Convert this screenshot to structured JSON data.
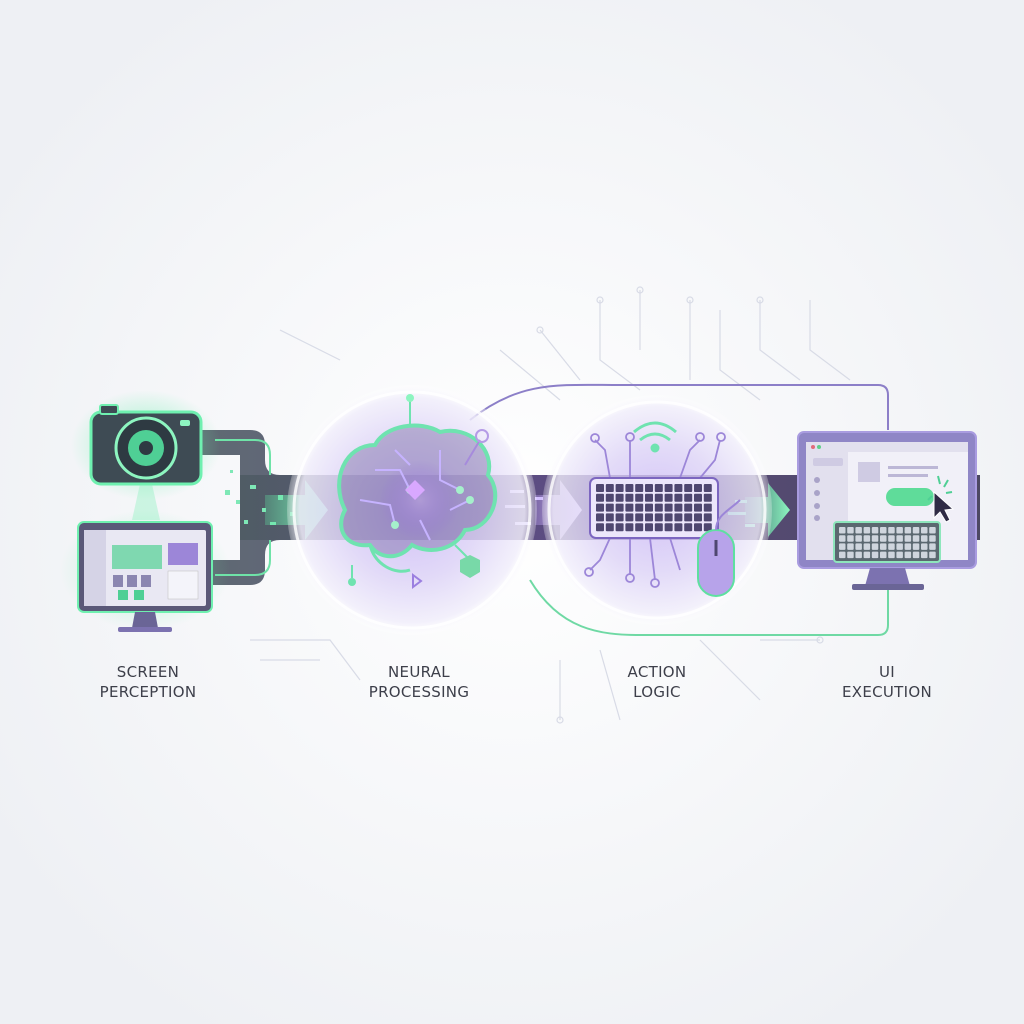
{
  "colors": {
    "background": "#f4f5f8",
    "accent_green": "#5fe3a1",
    "accent_purple": "#9b7fe0",
    "band_dark": "#4a4560",
    "label_text": "#3d3f4a"
  },
  "steps": [
    {
      "line1": "SCREEN",
      "line2": "PERCEPTION",
      "icons": [
        "camera-icon",
        "monitor-icon"
      ]
    },
    {
      "line1": "NEURAL",
      "line2": "PROCESSING",
      "icons": [
        "brain-circuit-icon"
      ]
    },
    {
      "line1": "ACTION",
      "line2": "LOGIC",
      "icons": [
        "keyboard-icon",
        "mouse-icon",
        "wifi-icon"
      ]
    },
    {
      "line1": "UI",
      "line2": "EXECUTION",
      "icons": [
        "monitor-icon",
        "cursor-click-icon",
        "keyboard-icon"
      ]
    }
  ]
}
